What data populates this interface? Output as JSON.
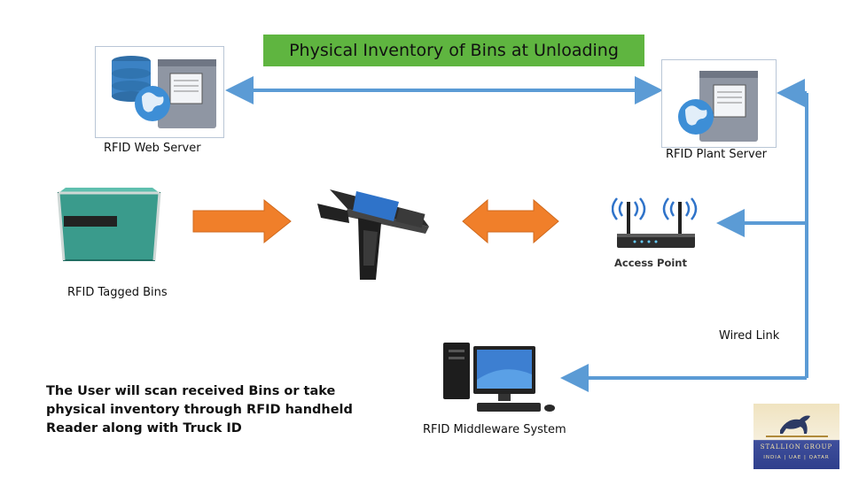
{
  "title": "Physical Inventory of Bins at Unloading",
  "nodes": {
    "web_server": "RFID Web Server",
    "plant_server": "RFID Plant Server",
    "tagged_bins": "RFID Tagged Bins",
    "access_point": "Access Point",
    "wired_link": "Wired Link",
    "middleware": "RFID Middleware System"
  },
  "description": "The User will scan received Bins or take physical inventory through RFID handheld Reader along with Truck ID",
  "logo": {
    "brand": "STALLION GROUP",
    "locations": "INDIA | UAE | QATAR"
  },
  "colors": {
    "title_bg": "#5fb540",
    "link_blue": "#5b9bd5",
    "arrow_orange": "#f07f2a"
  }
}
